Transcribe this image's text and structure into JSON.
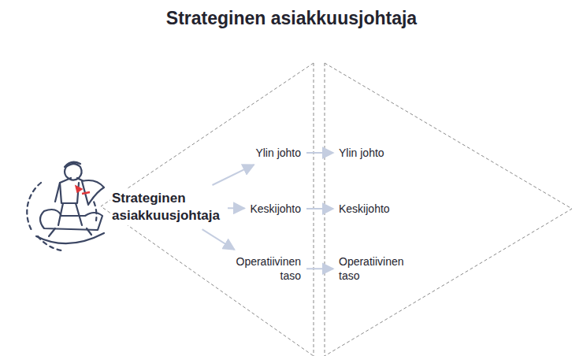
{
  "diagram": {
    "title": "Strateginen asiakkuusjohtaja",
    "nodes": [
      {
        "text": [
          "Strateginen asiakkuusjohtaja"
        ]
      },
      {
        "text": [
          "Ylin johto"
        ]
      },
      {
        "text": [
          "Keskijohto"
        ]
      },
      {
        "text": [
          "Operatiivinen taso"
        ]
      },
      {
        "text": [
          "Ylin johto"
        ]
      },
      {
        "text": [
          "Keskijohto"
        ]
      },
      {
        "text": [
          "Operatiivinen taso"
        ]
      }
    ],
    "edges": [
      {
        "from": 0,
        "to": 1,
        "arrow": "to"
      },
      {
        "from": 0,
        "to": 2,
        "arrow": "to"
      },
      {
        "from": 0,
        "to": 3,
        "arrow": "to"
      },
      {
        "from": 1,
        "to": 4,
        "arrow": "to"
      },
      {
        "from": 2,
        "to": 5,
        "arrow": "to"
      },
      {
        "from": 3,
        "to": 6,
        "arrow": "to"
      }
    ]
  }
}
